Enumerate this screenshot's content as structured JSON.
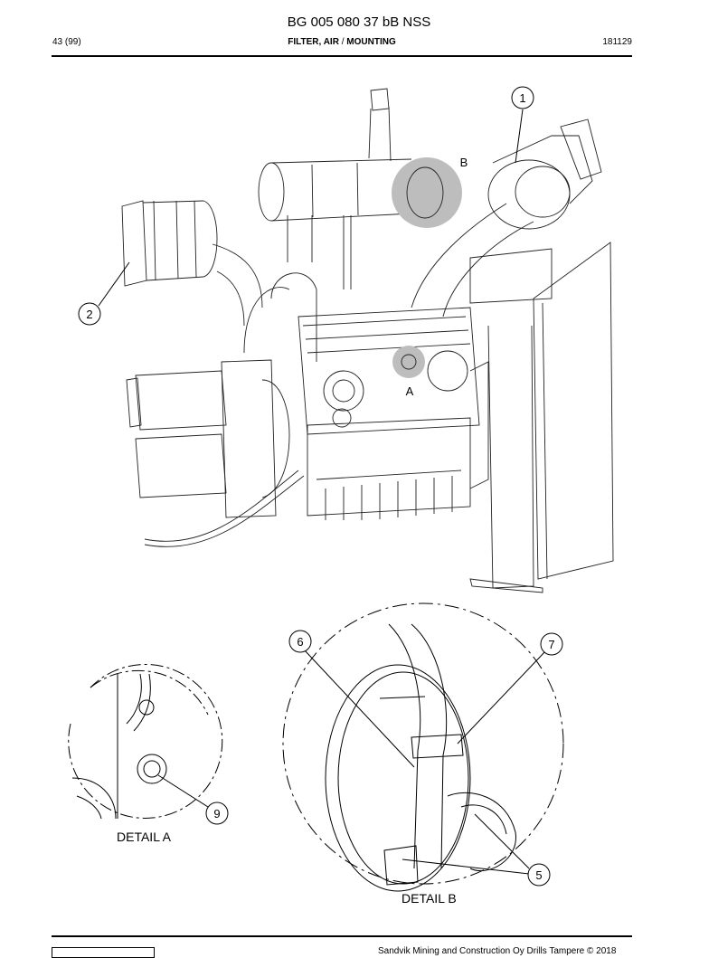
{
  "header": {
    "doc_id": "BG 005 080 37 bB NSS",
    "page": "43 (99)",
    "section_main": "FILTER, AIR",
    "section_sep": " / ",
    "section_sub": "MOUNTING",
    "date": "181129"
  },
  "main_view": {
    "callouts": [
      "1",
      "2"
    ],
    "detail_markers": [
      "A",
      "B"
    ]
  },
  "detail_a": {
    "label": "DETAIL A",
    "callouts": [
      "9"
    ]
  },
  "detail_b": {
    "label": "DETAIL B",
    "callouts": [
      "6",
      "7",
      "5"
    ]
  },
  "footer": {
    "copyright": "Sandvik Mining and Construction Oy Drills Tampere © 2018"
  }
}
